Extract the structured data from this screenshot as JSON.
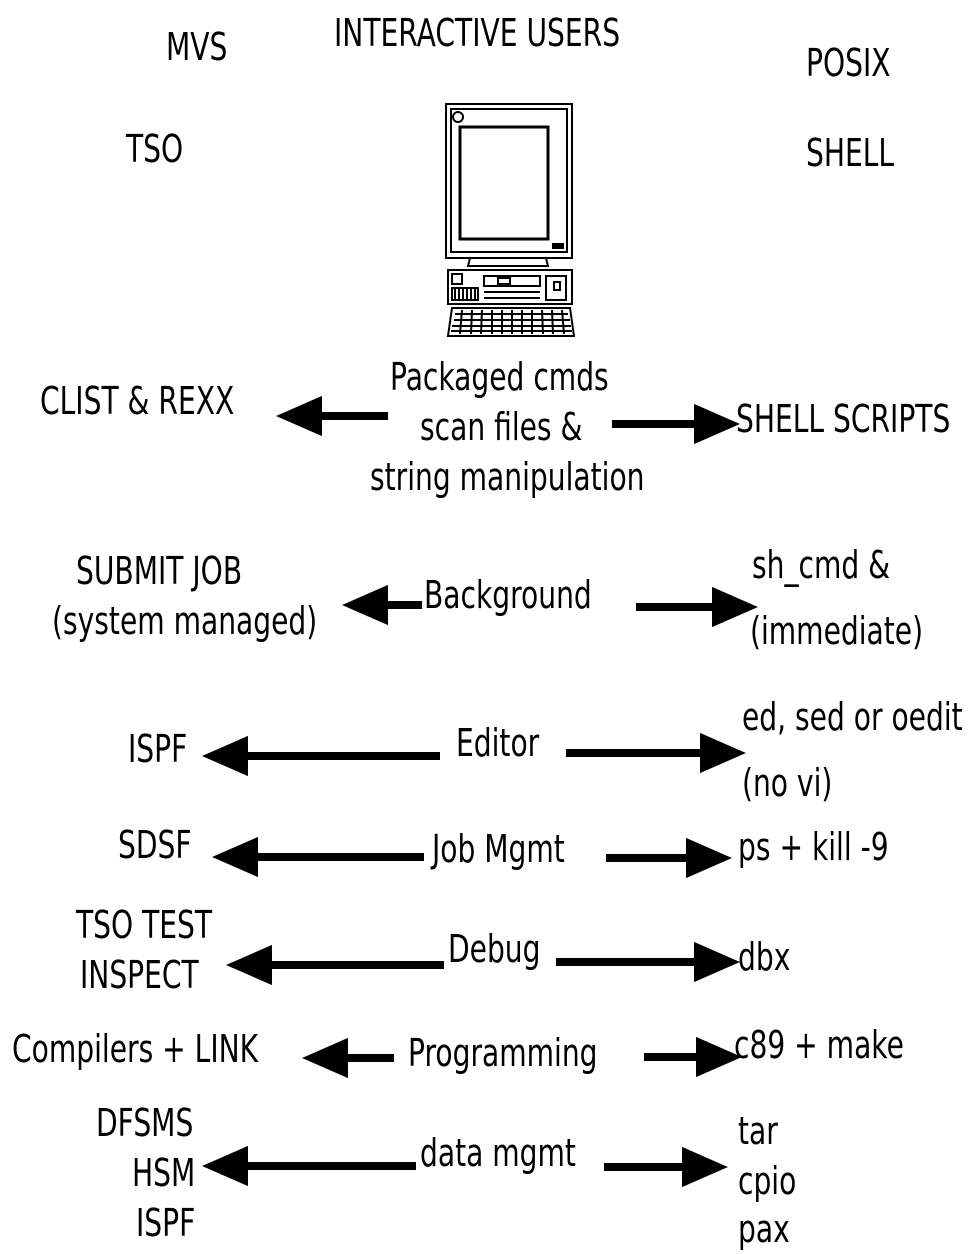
{
  "headers": {
    "left_top": "MVS",
    "center": "INTERACTIVE USERS",
    "right_top": "POSIX",
    "left_sub": "TSO",
    "right_sub": "SHELL"
  },
  "computer": {
    "icon": "computer-terminal-icon"
  },
  "rows": [
    {
      "left": [
        "CLIST & REXX"
      ],
      "center": [
        "Packaged cmds",
        "scan files &",
        "string manipulation"
      ],
      "right": [
        "SHELL SCRIPTS"
      ]
    },
    {
      "left": [
        "SUBMIT JOB",
        "(system managed)"
      ],
      "center": [
        "Background"
      ],
      "right": [
        "sh_cmd &",
        "(immediate)"
      ]
    },
    {
      "left": [
        "ISPF"
      ],
      "center": [
        "Editor"
      ],
      "right": [
        "ed, sed or oedit",
        "(no vi)"
      ]
    },
    {
      "left": [
        "SDSF"
      ],
      "center": [
        "Job Mgmt"
      ],
      "right": [
        "ps + kill -9"
      ]
    },
    {
      "left": [
        "TSO TEST",
        "INSPECT"
      ],
      "center": [
        "Debug"
      ],
      "right": [
        "dbx"
      ]
    },
    {
      "left": [
        "Compilers + LINK"
      ],
      "center": [
        "Programming"
      ],
      "right": [
        "c89 + make"
      ]
    },
    {
      "left": [
        "DFSMS",
        "HSM",
        "ISPF"
      ],
      "center": [
        "data mgmt"
      ],
      "right": [
        "tar",
        "cpio",
        "pax"
      ]
    }
  ]
}
